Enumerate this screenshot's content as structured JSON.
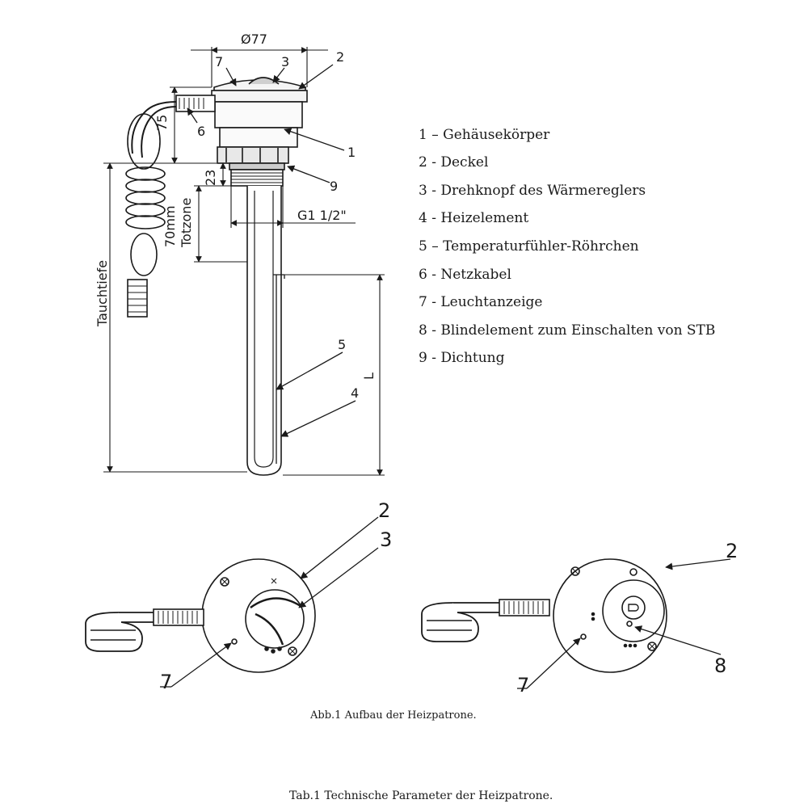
{
  "dimensions": {
    "diameter": "Ø77",
    "height_75": "75",
    "height_23": "23",
    "thread": "G1 1/2\"",
    "cold_zone_mm": "70mm",
    "cold_zone_word": "Totzone",
    "immersion_depth": "Tauchtiefe",
    "length": "L"
  },
  "callouts": {
    "c1": "1",
    "c2": "2",
    "c3": "3",
    "c4": "4",
    "c5": "5",
    "c6": "6",
    "c7": "7",
    "c9": "9",
    "b2": "2",
    "b3": "3",
    "b7": "7",
    "r2": "2",
    "r7": "7",
    "r8": "8"
  },
  "legend": [
    "1 – Gehäusekörper",
    "2 - Deckel",
    "3 - Drehknopf des Wärmereglers",
    "4 - Heizelement",
    "5 – Temperaturfühler-Röhrchen",
    "6 - Netzkabel",
    "7 - Leuchtanzeige",
    "8 - Blindelement zum Einschalten von STB",
    "9 - Dichtung"
  ],
  "figure_caption": "Abb.1 Aufbau der Heizpatrone.",
  "table_caption": "Tab.1 Technische Parameter der Heizpatrone."
}
